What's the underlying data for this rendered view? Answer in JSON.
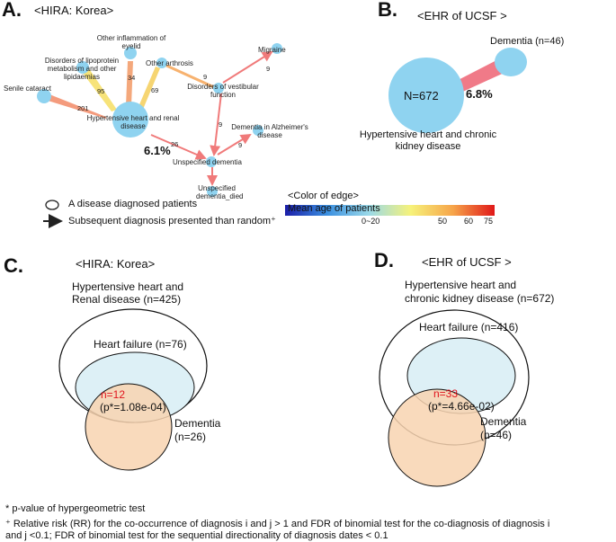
{
  "panelA": {
    "letter": "A.",
    "header": "<HIRA: Korea>",
    "nodes": {
      "senile": "Senile cataract",
      "hypertensive": "Hypertensive heart and renal disease",
      "lipo": "Disorders of lipoprotein metabolism and other lipidaemias",
      "eyelid": "Other inflammation of eyelid",
      "arthrosis": "Other arthrosis",
      "vestibular": "Disorders of vestibular function",
      "migraine": "Migraine",
      "alzheimer": "Dementia in Alzheimer's disease",
      "unspecified": "Unspecified dementia",
      "died": "Unspecified dementia_died"
    },
    "edge_counts": [
      "201",
      "95",
      "34",
      "69",
      "9",
      "26",
      "9",
      "9",
      "9"
    ],
    "highlight_pct": "6.1%",
    "legend": {
      "node_label": "A disease diagnosed patients",
      "arrow_label": "Subsequent diagnosis presented than random⁺",
      "color_title": "<Color of edge>",
      "color_subtitle": "Mean age of patients",
      "ticks": [
        "0~20",
        "50",
        "60",
        "75"
      ]
    },
    "colors": {
      "node": "#8fd3f0"
    }
  },
  "panelB": {
    "letter": "B.",
    "header": "<EHR of UCSF >",
    "big_node": "N=672",
    "small_node": "Dementia (n=46)",
    "pct": "6.8%",
    "big_caption": "Hypertensive heart and chronic kidney disease"
  },
  "panelC": {
    "letter": "C.",
    "header": "<HIRA: Korea>",
    "outer_label": "Hypertensive heart and Renal disease (n=425)",
    "hf_label": "Heart failure (n=76)",
    "overlap_n": "n=12",
    "overlap_p": "(p*=1.08e-04)",
    "dementia_label": "Dementia",
    "dementia_n": "(n=26)"
  },
  "panelD": {
    "letter": "D.",
    "header": "<EHR of UCSF >",
    "outer_label_1": "Hypertensive heart and",
    "outer_label_2": "chronic kidney disease (n=672)",
    "hf_label": "Heart failure (n=416)",
    "overlap_n": "n=33",
    "overlap_p": "(p*=4.66e-02)",
    "dementia_label": "Dementia",
    "dementia_n": "(n=46)"
  },
  "footnotes": {
    "f1": "* p-value of hypergeometric test",
    "f2a": "⁺ Relative risk (RR) for the co-occurrence of diagnosis i and j > 1 and FDR of binomial test for the co-diagnosis of diagnosis i",
    "f2b": "and j <0.1; FDR of binomial test for the sequential directionality of diagnosis dates < 0.1"
  }
}
